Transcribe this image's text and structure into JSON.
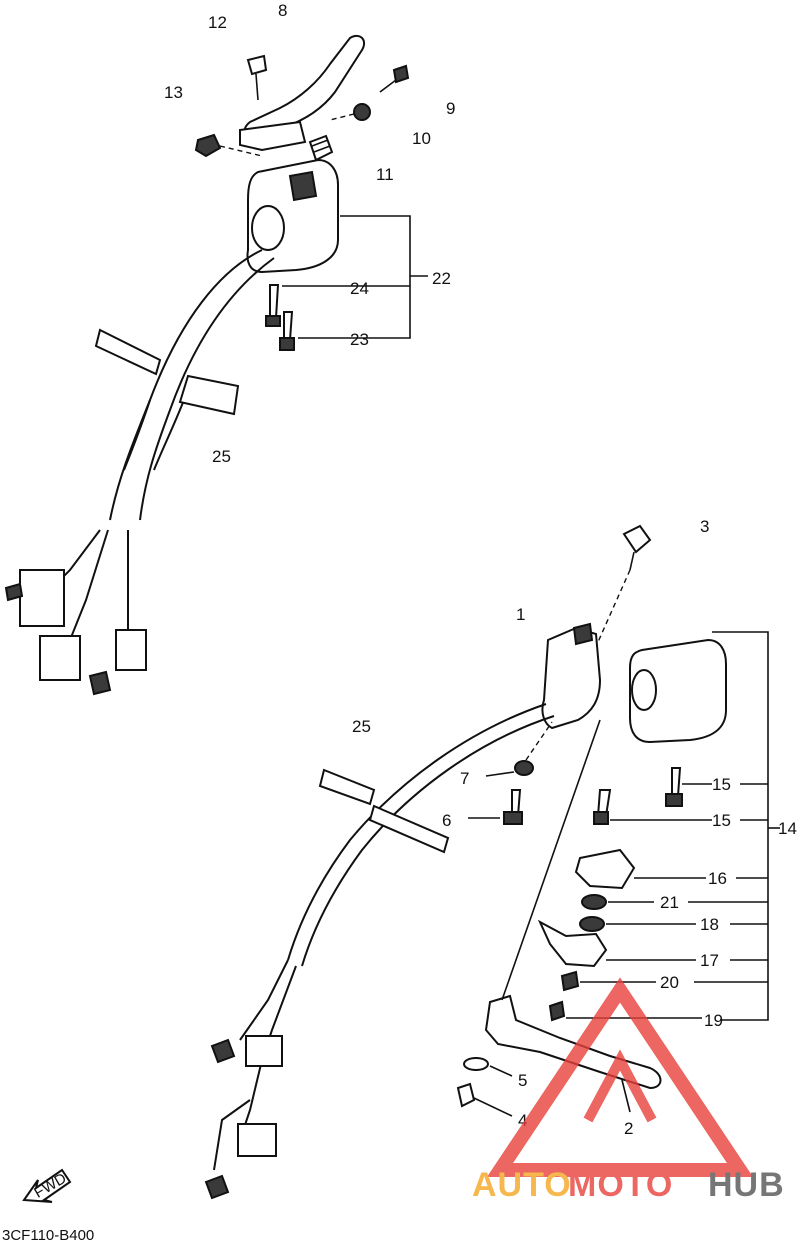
{
  "diagram_code": "3CF110-B400",
  "fwd_label": "FWD",
  "callouts": {
    "c1": "1",
    "c2": "2",
    "c3": "3",
    "c4": "4",
    "c5": "5",
    "c6": "6",
    "c7": "7",
    "c8": "8",
    "c9": "9",
    "c10": "10",
    "c11": "11",
    "c12": "12",
    "c13": "13",
    "c14": "14",
    "c15a": "15",
    "c15b": "15",
    "c16": "16",
    "c17": "17",
    "c18": "18",
    "c19": "19",
    "c20": "20",
    "c21": "21",
    "c22": "22",
    "c23": "23",
    "c24": "24",
    "c25a": "25",
    "c25b": "25"
  },
  "watermark": {
    "part1": "AUTO",
    "part2": "MOTO",
    "part3": "HUB",
    "color_orange": "#f5a623",
    "color_red": "#e8403c",
    "color_gray": "#555555"
  }
}
